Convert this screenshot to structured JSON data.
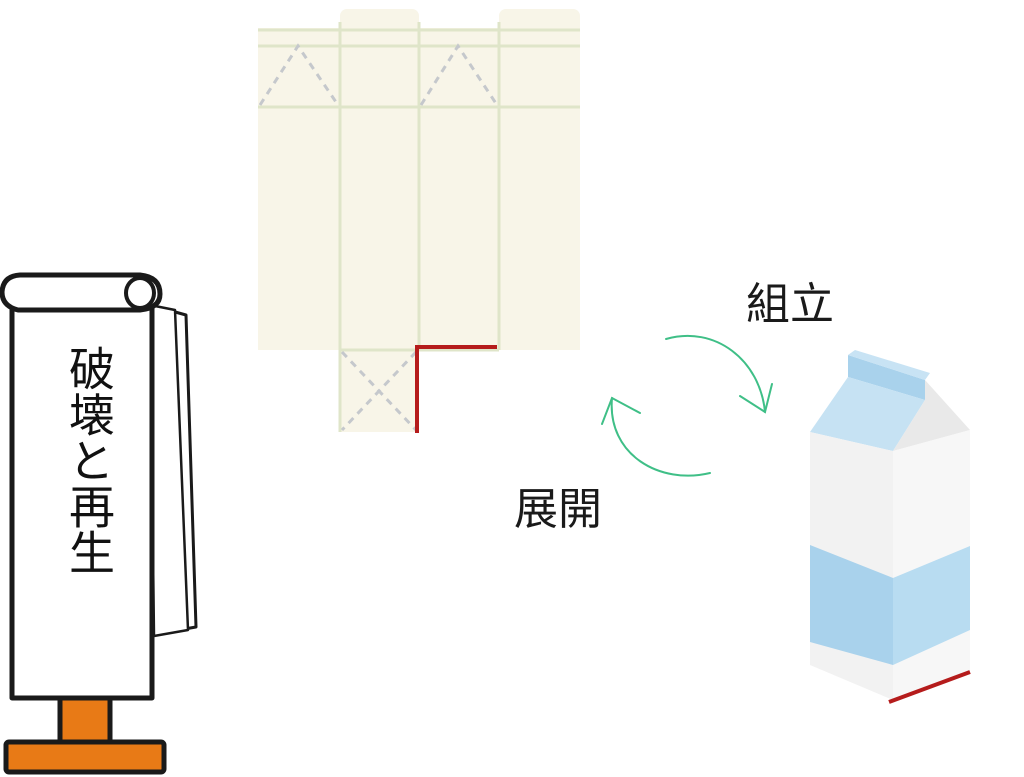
{
  "banner": {
    "text": "破壊と再生"
  },
  "diagram": {
    "assemble_label": "組立",
    "unfold_label": "展開"
  },
  "colors": {
    "carton_net_fill": "#f8f5e8",
    "carton_net_fold_line": "#dfe5c9",
    "carton_net_dashed": "#c5c8cc",
    "cut_line": "#b51c1c",
    "arrow": "#3fbf87",
    "carton_blue": "#a9d2ec",
    "carton_white": "#f2f2f2",
    "stand_orange": "#e87a16",
    "outline": "#1a1a1a"
  }
}
